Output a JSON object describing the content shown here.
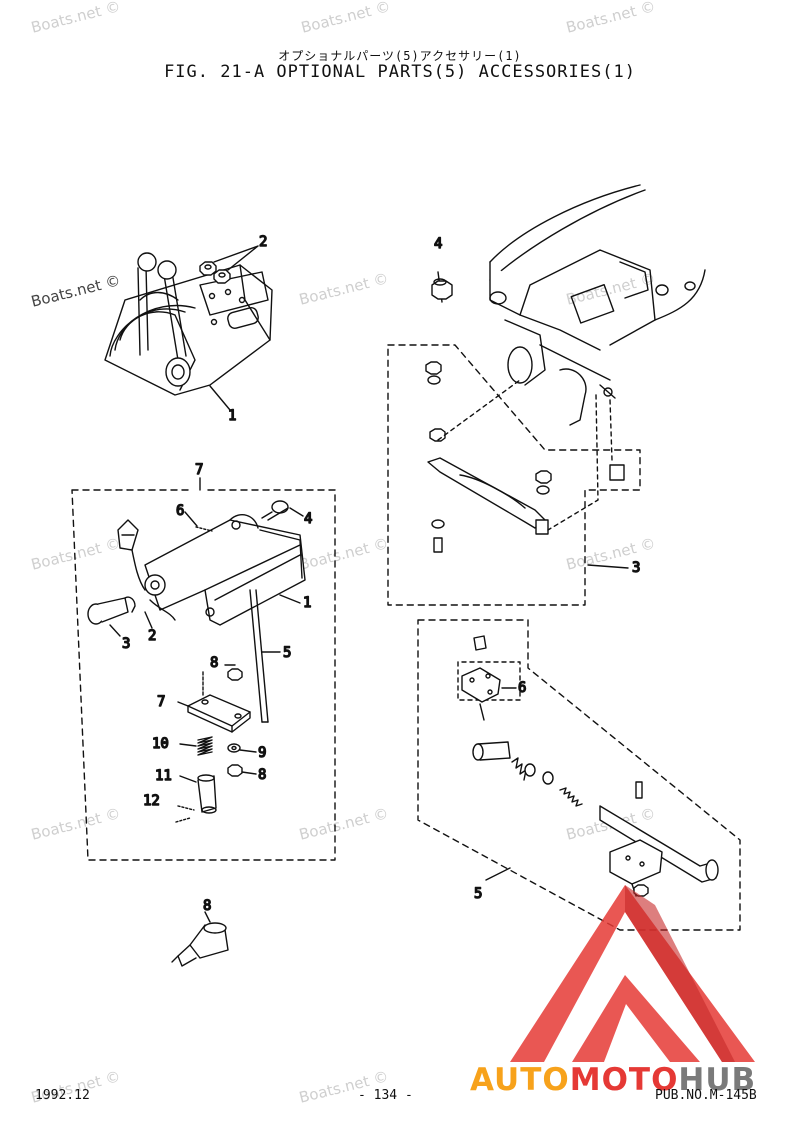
{
  "header": {
    "title_jp": "オプショナルパーツ(5)アクセサリー(1)",
    "title_en": "FIG. 21-A OPTIONAL PARTS(5) ACCESSORIES(1)"
  },
  "watermark": "Boats.net ©",
  "callouts": {
    "c_top_1": "1",
    "c_top_2": "2",
    "c_top_4": "4",
    "c_top_3": "3",
    "c_top_5": "5",
    "c_top_6": "6",
    "c_top_7": "7",
    "c_l_6": "6",
    "c_l_4": "4",
    "c_l_1": "1",
    "c_l_3": "3",
    "c_l_2": "2",
    "c_l_5": "5",
    "c_l_8a": "8",
    "c_l_7": "7",
    "c_l_10": "10",
    "c_l_9": "9",
    "c_l_11": "11",
    "c_l_8b": "8",
    "c_l_12": "12",
    "c_l_8c": "8"
  },
  "footer": {
    "date": "1992.12",
    "page": "- 134 -",
    "pub": "PUB.NO.M-145B"
  },
  "logo": {
    "part1": "AUTO",
    "part2": "MOTO",
    "part3": "HUB",
    "color_yellow": "#f7a21b",
    "color_red": "#e53935",
    "color_gray": "#7a7a7a"
  }
}
